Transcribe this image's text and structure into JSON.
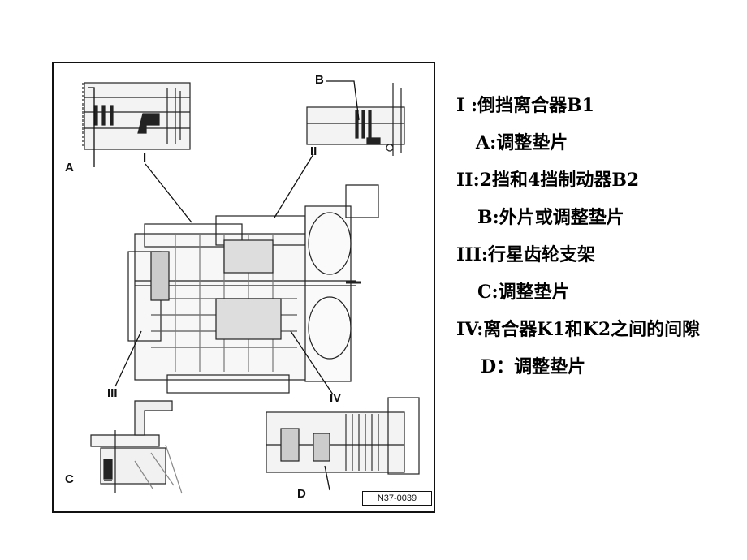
{
  "figure": {
    "callouts": {
      "A": "A",
      "B": "B",
      "C": "C",
      "D": "D",
      "I": "I",
      "II": "II",
      "III": "III",
      "IV": "IV"
    },
    "figure_code": "N37-0039"
  },
  "legend": [
    "I :倒挡离合器B1",
    "A:调整垫片",
    "II:2挡和4挡制动器B2",
    "B:外片或调整垫片",
    "III:行星齿轮支架",
    "C:调整垫片",
    "IV:离合器K1和K2之间的间隙",
    "D：调整垫片"
  ]
}
